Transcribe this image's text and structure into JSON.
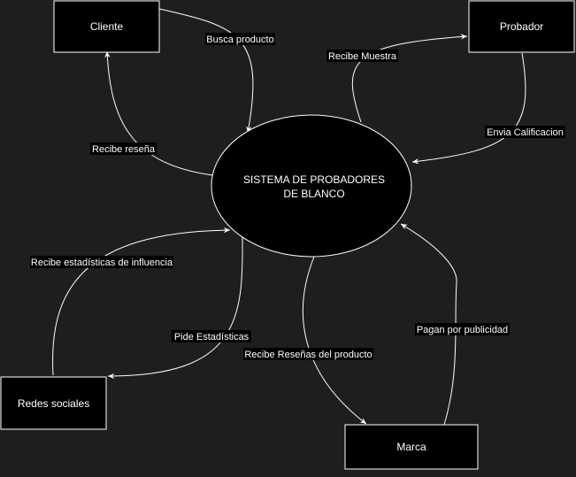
{
  "diagram": {
    "background": "#1e1e1e",
    "node_fill": "#000000",
    "stroke": "#ffffff",
    "nodes": {
      "cliente": "Cliente",
      "probador": "Probador",
      "sistema_line1": "SISTEMA DE PROBADORES",
      "sistema_line2": "DE BLANCO",
      "redes": "Redes sociales",
      "marca": "Marca"
    },
    "edges": {
      "busca_producto": "Busca producto",
      "recibe_resena": "Recibe reseña",
      "recibe_muestra": "Recibe Muestra",
      "envia_calificacion": "Envia Calificacion",
      "recibe_estadisticas": "Recibe estadísticas de influencia",
      "pide_estadisticas": "Pide Estadísticas",
      "recibe_resenas_producto": "Recibe Reseñas del producto",
      "pagan_publicidad": "Pagan por publicidad"
    }
  }
}
